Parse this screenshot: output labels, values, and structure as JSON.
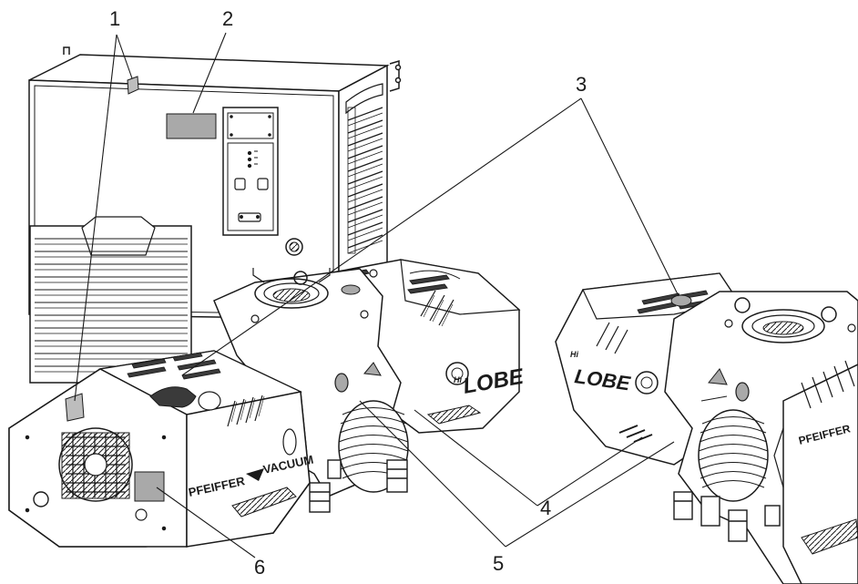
{
  "callouts": [
    {
      "id": "1",
      "label": "1"
    },
    {
      "id": "2",
      "label": "2"
    },
    {
      "id": "3",
      "label": "3"
    },
    {
      "id": "4",
      "label": "4"
    },
    {
      "id": "5",
      "label": "5"
    },
    {
      "id": "6",
      "label": "6"
    }
  ],
  "brand": {
    "pfeiffer": "PFEIFFER",
    "vacuum": "VACUUM",
    "hilobe_left": "LOBE",
    "hilobe_right": "LOBE",
    "hi_left": "Hi",
    "hi_right": "Hi",
    "pfeiffer_right": "PFEIFFER"
  },
  "colors": {
    "line": "#1a1a1a",
    "label_fill": "#a9a9a9",
    "tape_fill": "#bdbdbd",
    "panel_fill": "#ffffff",
    "shadow_fill": "#3a3a3a"
  }
}
